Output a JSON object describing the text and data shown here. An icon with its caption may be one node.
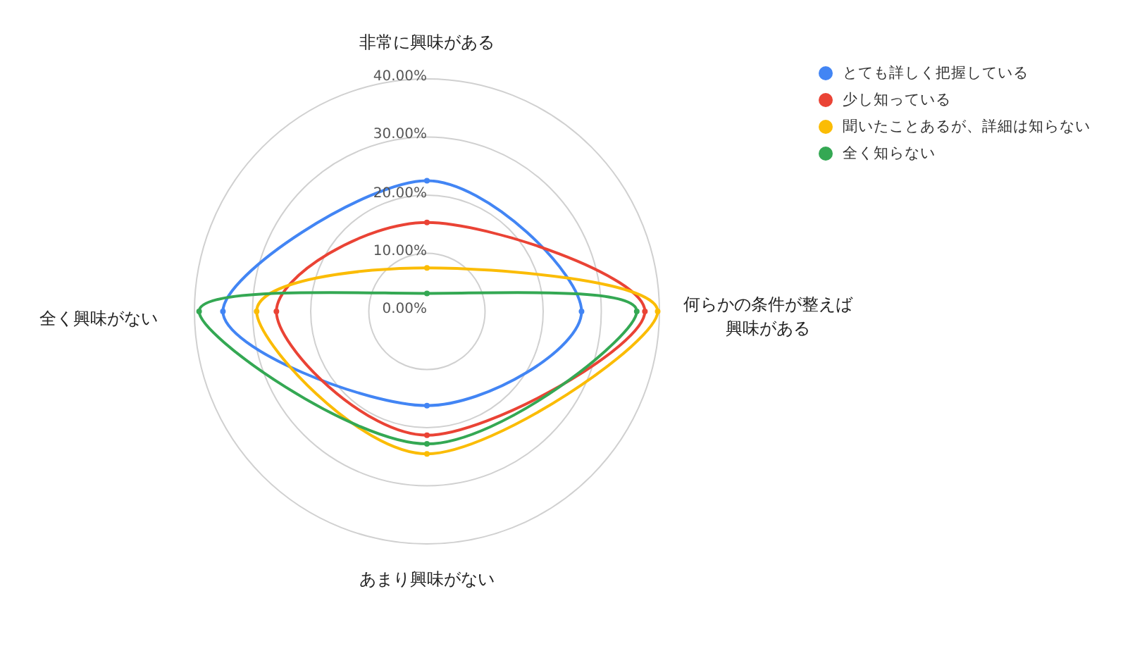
{
  "diagram": {
    "labels": [
      "非常に興味がある",
      "40.00%",
      "30.00%",
      "20.00%",
      "10.00%",
      "0.00%",
      "全く興味がない",
      "何らかの条件が整えば興味がある",
      "あまり興味がない"
    ],
    "legend": [
      {
        "text": "とても詳しく把握している",
        "color": "#4285f4"
      },
      {
        "text": "少し知っている",
        "color": "#ea4335"
      },
      {
        "text": "聞いたことあるが、詳細は知らない",
        "color": "#fbbc04"
      },
      {
        "text": "全く知らない",
        "color": "#34a853"
      }
    ]
  }
}
